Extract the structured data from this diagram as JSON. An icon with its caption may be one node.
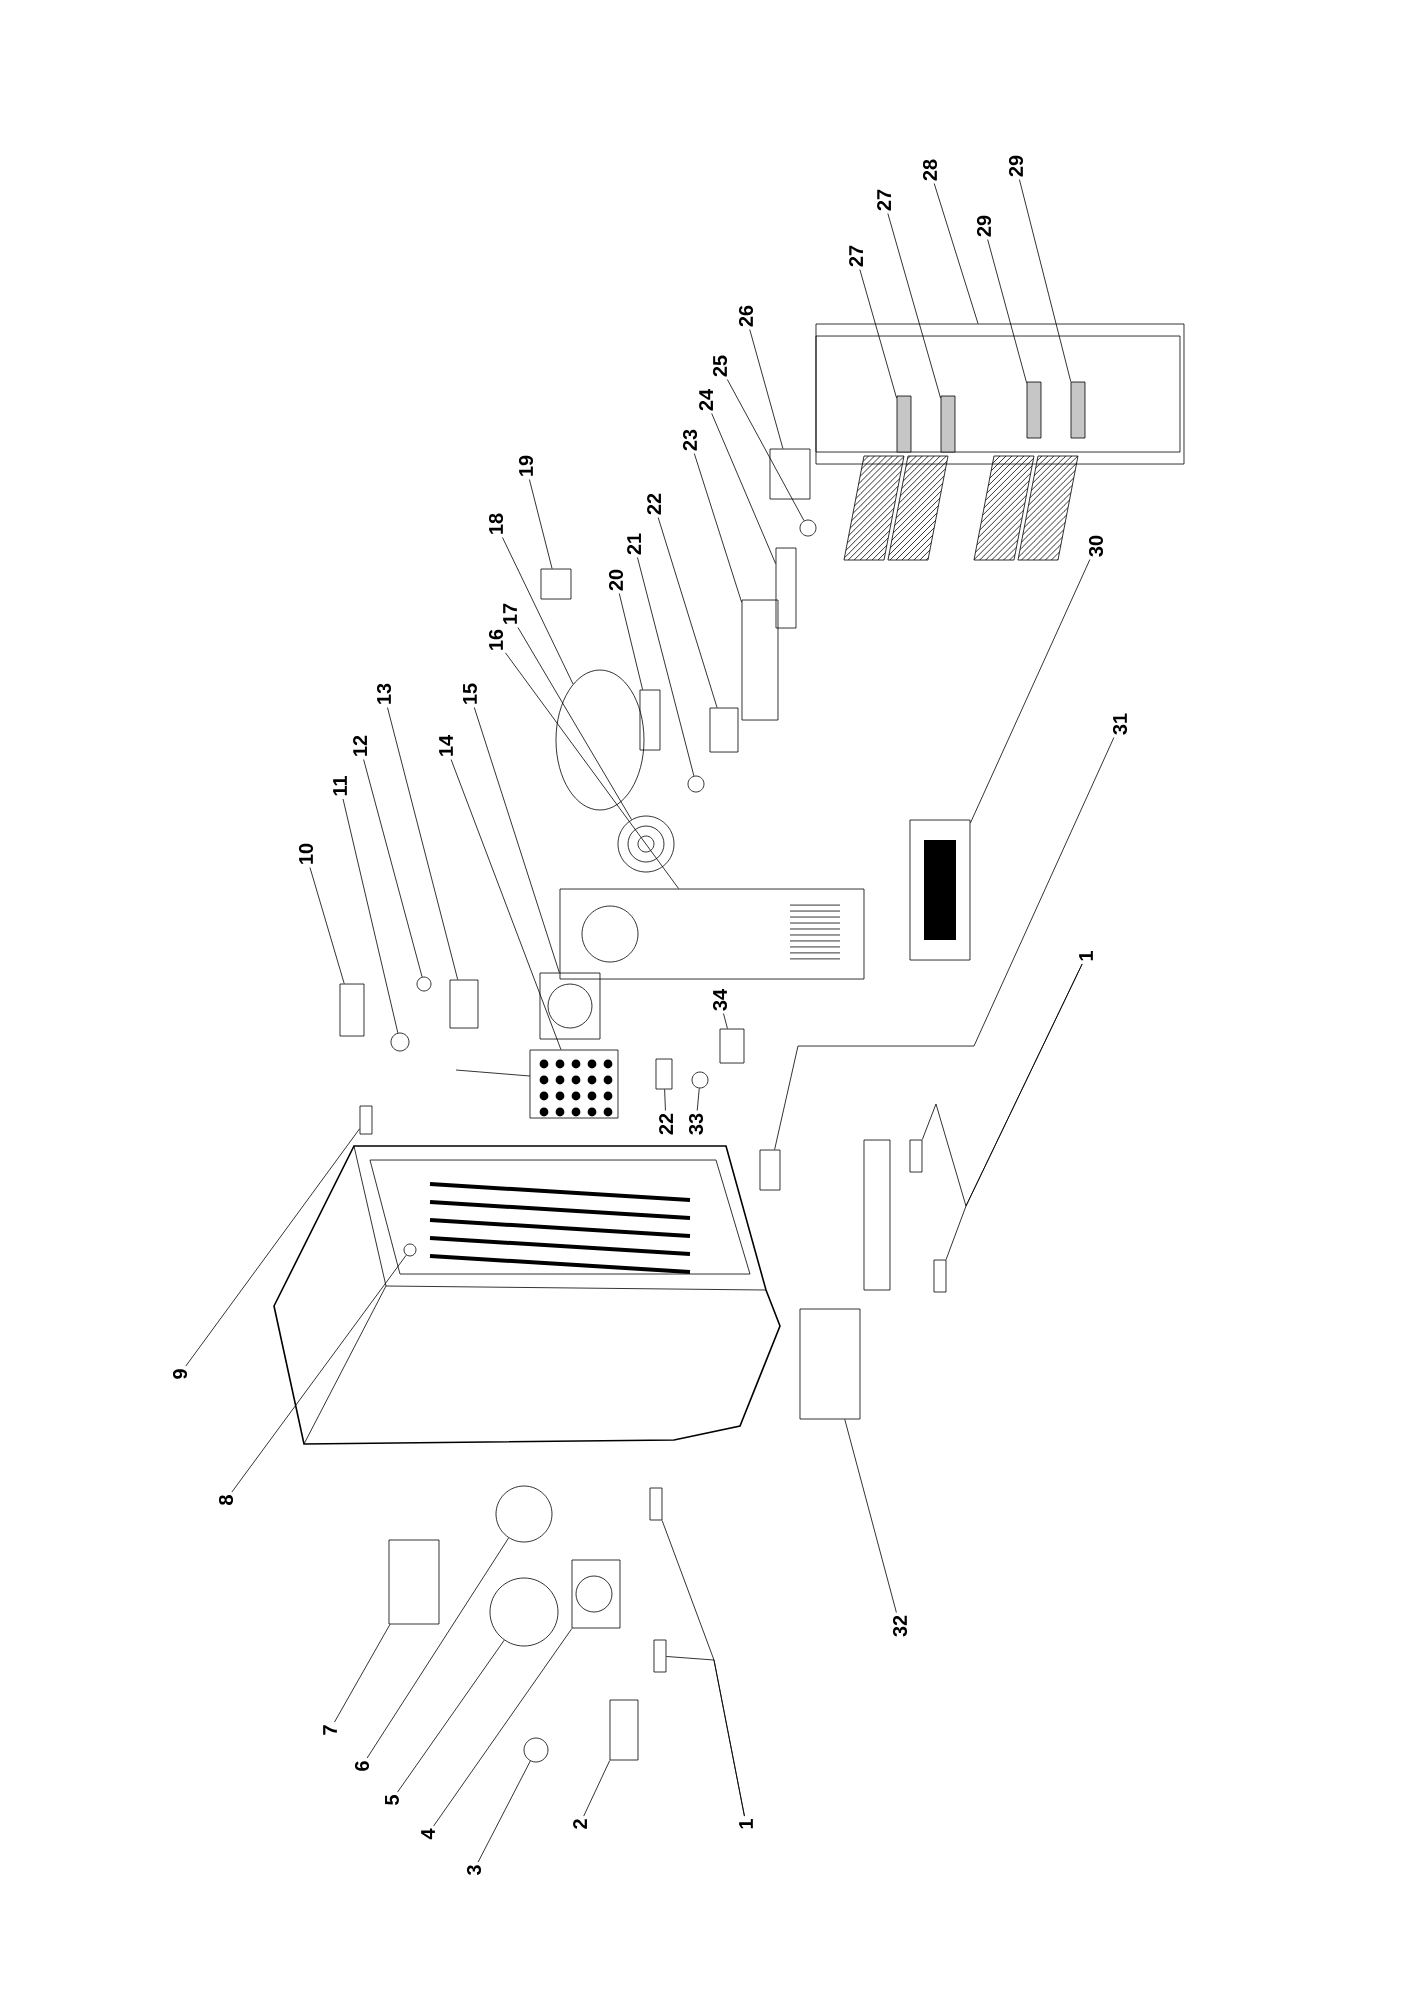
{
  "diagram": {
    "nodes": [
      {
        "text": [
          "1"
        ]
      },
      {
        "text": [
          "2"
        ]
      },
      {
        "text": [
          "3"
        ]
      },
      {
        "text": [
          "4"
        ]
      },
      {
        "text": [
          "5"
        ]
      },
      {
        "text": [
          "6"
        ]
      },
      {
        "text": [
          "7"
        ]
      },
      {
        "text": [
          "8"
        ]
      },
      {
        "text": [
          "9"
        ]
      },
      {
        "text": [
          "10"
        ]
      },
      {
        "text": [
          "11"
        ]
      },
      {
        "text": [
          "12"
        ]
      },
      {
        "text": [
          "13"
        ]
      },
      {
        "text": [
          "14"
        ]
      },
      {
        "text": [
          "15"
        ]
      },
      {
        "text": [
          "16"
        ]
      },
      {
        "text": [
          "17"
        ]
      },
      {
        "text": [
          "18"
        ]
      },
      {
        "text": [
          "19"
        ]
      },
      {
        "text": [
          "20"
        ]
      },
      {
        "text": [
          "21"
        ]
      },
      {
        "text": [
          "22"
        ]
      },
      {
        "text": [
          "23"
        ]
      },
      {
        "text": [
          "24"
        ]
      },
      {
        "text": [
          "25"
        ]
      },
      {
        "text": [
          "26"
        ]
      },
      {
        "text": [
          "27"
        ]
      },
      {
        "text": [
          "27"
        ]
      },
      {
        "text": [
          "28"
        ]
      },
      {
        "text": [
          "29"
        ]
      },
      {
        "text": [
          "29"
        ]
      },
      {
        "text": [
          "30"
        ]
      },
      {
        "text": [
          "31"
        ]
      },
      {
        "text": [
          "1"
        ]
      },
      {
        "text": [
          "22"
        ]
      },
      {
        "text": [
          "33"
        ]
      },
      {
        "text": [
          "34"
        ]
      },
      {
        "text": [
          "32"
        ]
      },
      {
        "text": [],
        "shape": "box"
      },
      {
        "text": [],
        "shape": "box"
      },
      {
        "text": [],
        "shape": "box"
      },
      {
        "text": [],
        "shape": "circle"
      },
      {
        "text": [],
        "shape": "box"
      },
      {
        "text": [],
        "shape": "circle"
      },
      {
        "text": [],
        "shape": "circle"
      },
      {
        "text": [],
        "shape": "box"
      },
      {
        "text": [],
        "shape": "circle"
      },
      {
        "text": [],
        "shape": "box"
      },
      {
        "text": [],
        "shape": "box"
      },
      {
        "text": [],
        "shape": "circle"
      },
      {
        "text": [],
        "shape": "circle"
      },
      {
        "text": [],
        "shape": "box"
      },
      {
        "text": [],
        "shape": "box"
      },
      {
        "text": [],
        "shape": "box"
      },
      {
        "text": [],
        "shape": "box"
      },
      {
        "text": [],
        "shape": "circle"
      },
      {
        "text": [],
        "shape": "ellipse"
      },
      {
        "text": [],
        "shape": "box"
      },
      {
        "text": [],
        "shape": "box"
      },
      {
        "text": [],
        "shape": "circle"
      },
      {
        "text": [],
        "shape": "box"
      },
      {
        "text": [],
        "shape": "box"
      },
      {
        "text": [],
        "shape": "box"
      },
      {
        "text": [],
        "shape": "circle"
      },
      {
        "text": [],
        "shape": "box"
      },
      {
        "text": [],
        "shape": "box",
        "in": 67
      },
      {
        "text": [],
        "shape": "box",
        "in": 67
      },
      {
        "text": [],
        "shape": "box"
      },
      {
        "text": [],
        "shape": "box",
        "in": 67
      },
      {
        "text": [],
        "shape": "box",
        "in": 67
      },
      {
        "text": [],
        "shape": "box"
      },
      {
        "text": [],
        "shape": "box"
      },
      {
        "text": [],
        "shape": "box"
      },
      {
        "text": [],
        "shape": "box"
      },
      {
        "text": [],
        "shape": "box"
      },
      {
        "text": [],
        "shape": "circle"
      },
      {
        "text": [],
        "shape": "box"
      },
      {
        "text": [],
        "shape": "box"
      }
    ],
    "edges": [
      {
        "from": 0,
        "to": 38,
        "arrow": "none"
      },
      {
        "from": 0,
        "to": 39,
        "arrow": "none"
      },
      {
        "from": 1,
        "to": 40,
        "arrow": "none"
      },
      {
        "from": 2,
        "to": 41,
        "arrow": "none"
      },
      {
        "from": 3,
        "to": 42,
        "arrow": "none"
      },
      {
        "from": 4,
        "to": 43,
        "arrow": "none"
      },
      {
        "from": 5,
        "to": 44,
        "arrow": "none"
      },
      {
        "from": 6,
        "to": 45,
        "arrow": "none"
      },
      {
        "from": 7,
        "to": 46,
        "arrow": "none"
      },
      {
        "from": 8,
        "to": 47,
        "arrow": "none"
      },
      {
        "from": 9,
        "to": 48,
        "arrow": "none"
      },
      {
        "from": 10,
        "to": 49,
        "arrow": "none"
      },
      {
        "from": 11,
        "to": 50,
        "arrow": "none"
      },
      {
        "from": 12,
        "to": 51,
        "arrow": "none"
      },
      {
        "from": 13,
        "to": 52,
        "arrow": "none"
      },
      {
        "from": 14,
        "to": 53,
        "arrow": "none"
      },
      {
        "from": 15,
        "to": 54,
        "arrow": "none"
      },
      {
        "from": 16,
        "to": 55,
        "arrow": "none"
      },
      {
        "from": 17,
        "to": 56,
        "arrow": "none"
      },
      {
        "from": 18,
        "to": 57,
        "arrow": "none"
      },
      {
        "from": 19,
        "to": 58,
        "arrow": "none"
      },
      {
        "from": 20,
        "to": 59,
        "arrow": "none"
      },
      {
        "from": 21,
        "to": 60,
        "arrow": "none"
      },
      {
        "from": 22,
        "to": 61,
        "arrow": "none"
      },
      {
        "from": 23,
        "to": 62,
        "arrow": "none"
      },
      {
        "from": 24,
        "to": 63,
        "arrow": "none"
      },
      {
        "from": 25,
        "to": 64,
        "arrow": "none"
      },
      {
        "from": 26,
        "to": 65,
        "arrow": "none"
      },
      {
        "from": 27,
        "to": 66,
        "arrow": "none"
      },
      {
        "from": 28,
        "to": 67,
        "arrow": "none"
      },
      {
        "from": 29,
        "to": 68,
        "arrow": "none"
      },
      {
        "from": 30,
        "to": 69,
        "arrow": "none"
      },
      {
        "from": 31,
        "to": 70,
        "arrow": "none"
      },
      {
        "from": 32,
        "to": 71,
        "arrow": "none"
      },
      {
        "from": 33,
        "to": 72,
        "arrow": "none"
      },
      {
        "from": 33,
        "to": 73,
        "arrow": "none"
      },
      {
        "from": 34,
        "to": 74,
        "arrow": "none"
      },
      {
        "from": 35,
        "to": 75,
        "arrow": "none"
      },
      {
        "from": 36,
        "to": 76,
        "arrow": "none"
      },
      {
        "from": 37,
        "to": 77,
        "arrow": "none"
      }
    ]
  }
}
